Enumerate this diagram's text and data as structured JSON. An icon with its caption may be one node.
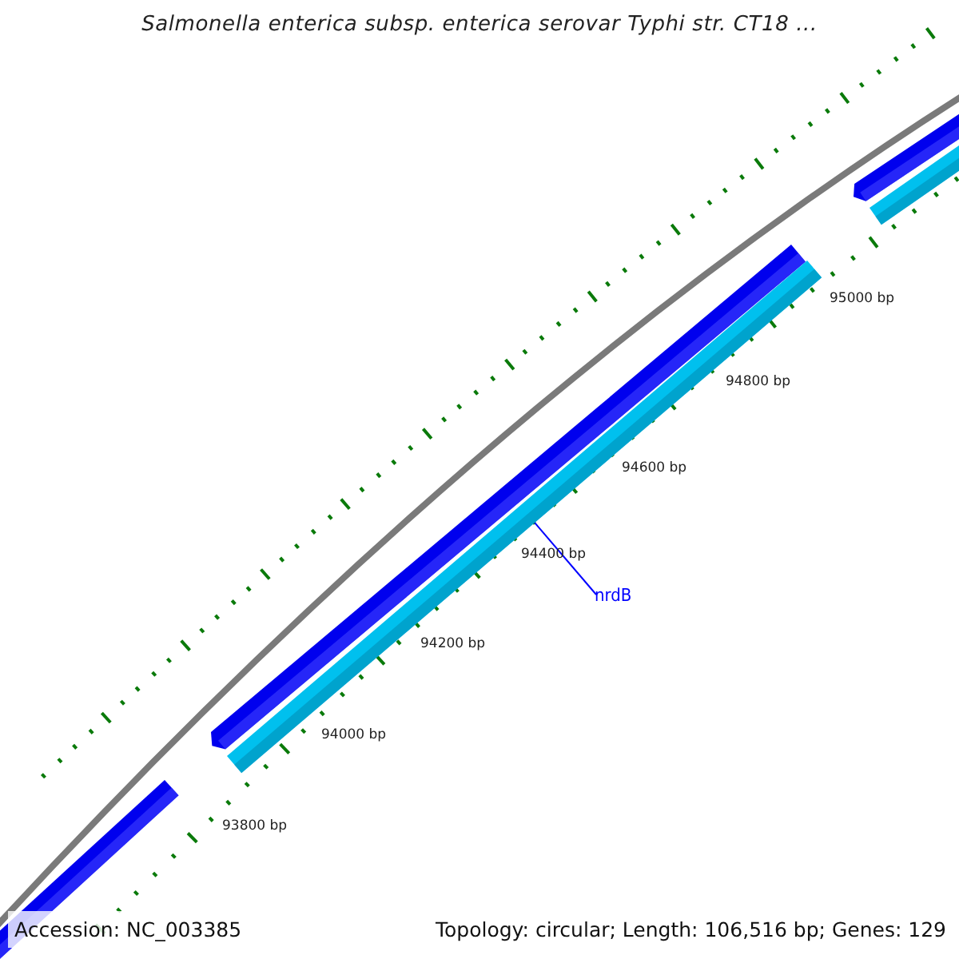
{
  "diagram": {
    "title": "Salmonella enterica subsp. enterica serovar Typhi str. CT18 ...",
    "nodes": [
      {
        "text": [],
        "shape": "bar"
      },
      {
        "text": [],
        "shape": "bar"
      },
      {
        "text": [],
        "shape": "bar"
      },
      {
        "text": [],
        "shape": "bar"
      },
      {
        "text": [],
        "shape": "bar"
      },
      {
        "text": [
          "nrdB"
        ]
      }
    ],
    "edges": [
      {
        "from": 5,
        "to": 3,
        "arrow": "none",
        "color": "#0000ff"
      }
    ],
    "labels": [
      "95000 bp",
      "94800 bp",
      "94600 bp",
      "94400 bp",
      "94200 bp",
      "94000 bp",
      "93800 bp",
      "Accession: NC_003385",
      "Topology: circular; Length: 106,516 bp; Genes: 129"
    ]
  }
}
